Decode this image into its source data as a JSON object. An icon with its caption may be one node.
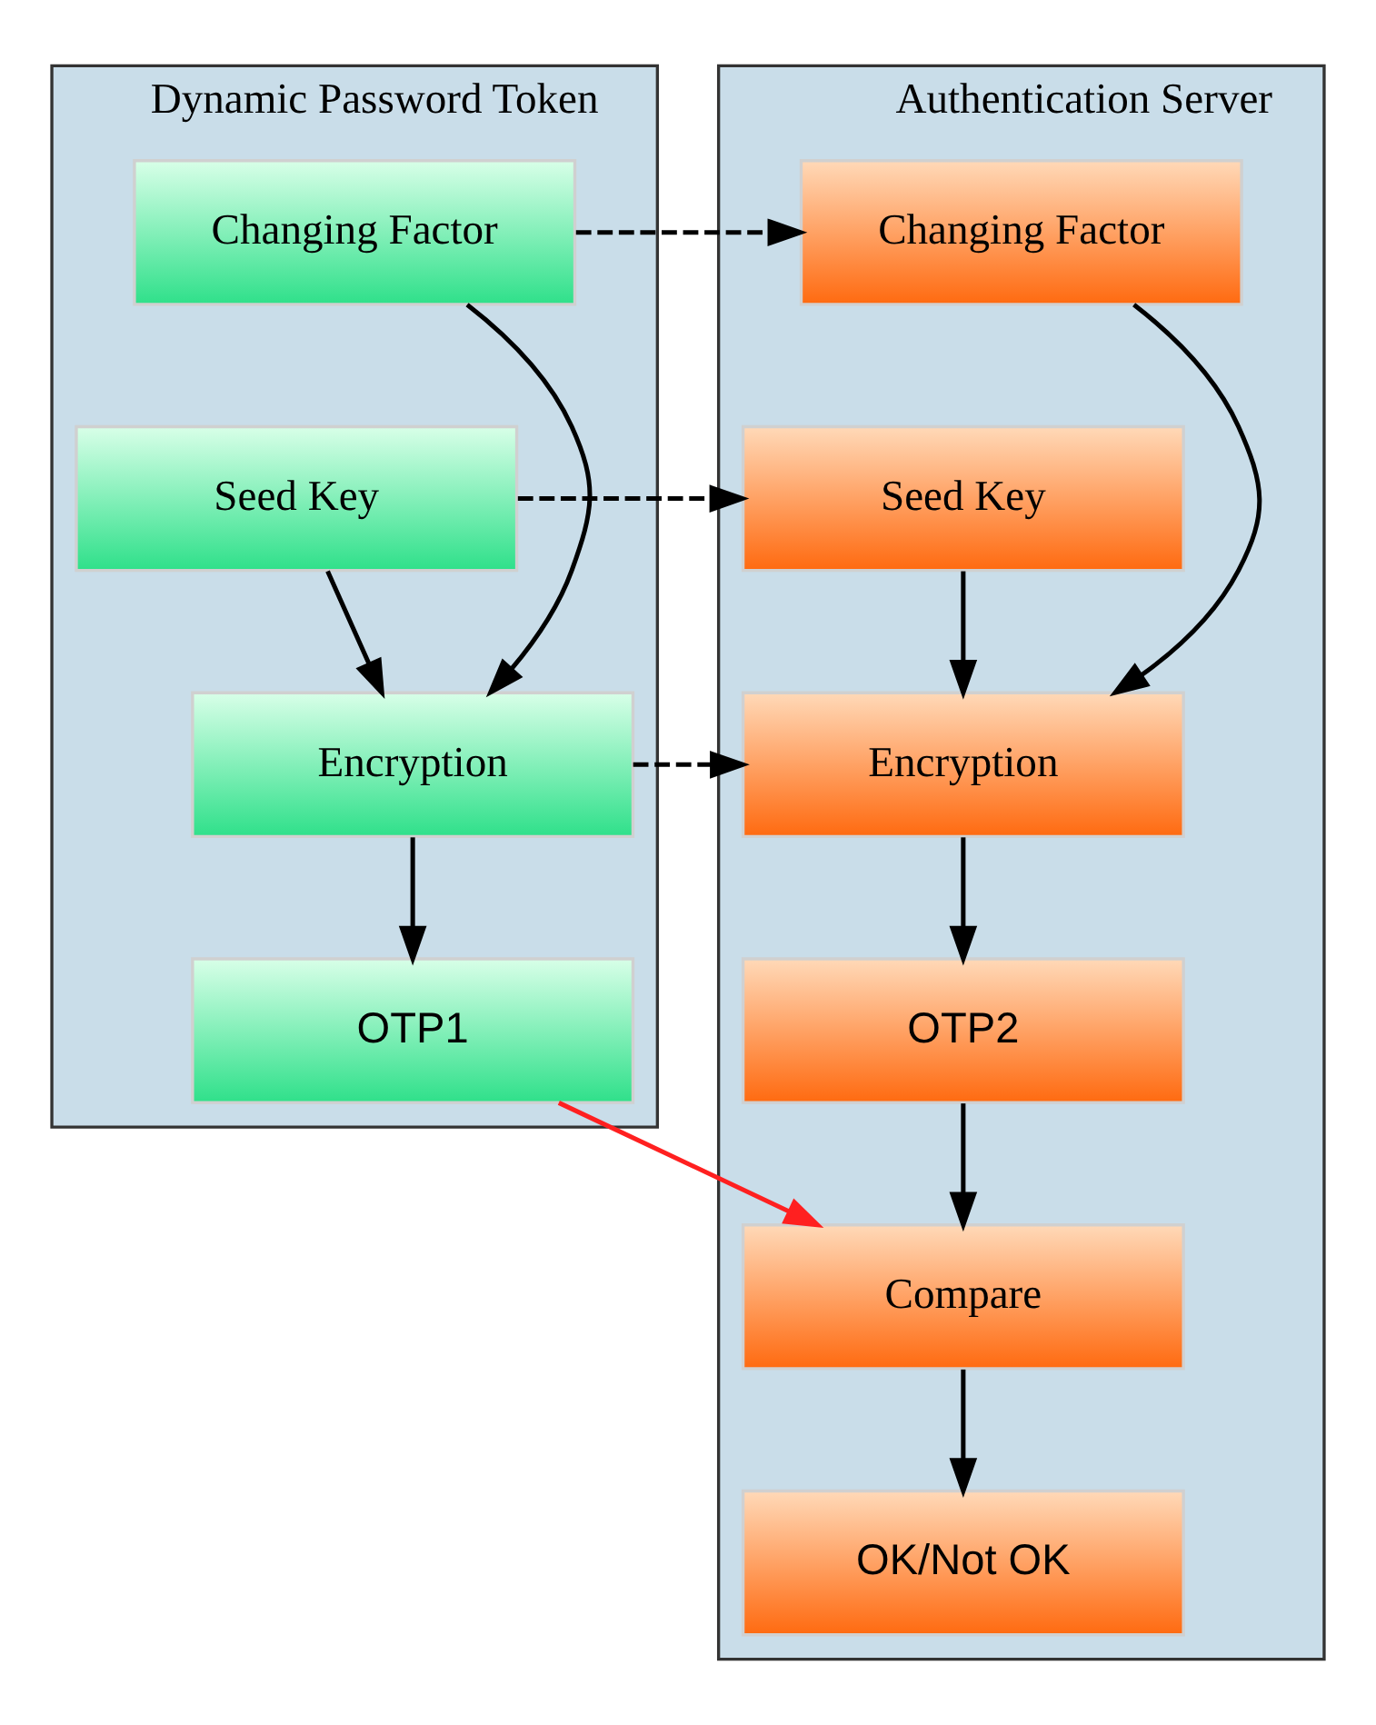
{
  "diagram": {
    "nodes": [
      {
        "text": [
          "Dynamic Password Token"
        ]
      },
      {
        "text": [
          "Changing Factor"
        ],
        "in": 0
      },
      {
        "text": [
          "Seed Key"
        ],
        "in": 0
      },
      {
        "text": [
          "Encryption"
        ],
        "in": 0
      },
      {
        "text": [
          "OTP1"
        ],
        "in": 0
      },
      {
        "text": [
          "Authentication Server"
        ]
      },
      {
        "text": [
          "Changing Factor"
        ],
        "in": 5
      },
      {
        "text": [
          "Seed Key"
        ],
        "in": 5
      },
      {
        "text": [
          "Encryption"
        ],
        "in": 5
      },
      {
        "text": [
          "OTP2"
        ],
        "in": 5
      },
      {
        "text": [
          "Compare"
        ],
        "in": 5
      },
      {
        "text": [
          "OK/Not OK"
        ],
        "in": 5
      }
    ],
    "edges": [
      {
        "from": 1,
        "to": 6,
        "arrow": "to",
        "style": "dashed"
      },
      {
        "from": 2,
        "to": 7,
        "arrow": "to",
        "style": "dashed"
      },
      {
        "from": 1,
        "to": 3,
        "arrow": "to"
      },
      {
        "from": 2,
        "to": 3,
        "arrow": "to"
      },
      {
        "from": 7,
        "to": 8,
        "arrow": "to"
      },
      {
        "from": 6,
        "to": 8,
        "arrow": "to"
      },
      {
        "from": 3,
        "to": 8,
        "arrow": "to",
        "style": "dashed"
      },
      {
        "from": 3,
        "to": 4,
        "arrow": "to"
      },
      {
        "from": 8,
        "to": 9,
        "arrow": "to"
      },
      {
        "from": 9,
        "to": 10,
        "arrow": "to"
      },
      {
        "from": 4,
        "to": 10,
        "arrow": "to",
        "color": "#ff2020"
      },
      {
        "from": 10,
        "to": 11,
        "arrow": "to"
      }
    ]
  }
}
